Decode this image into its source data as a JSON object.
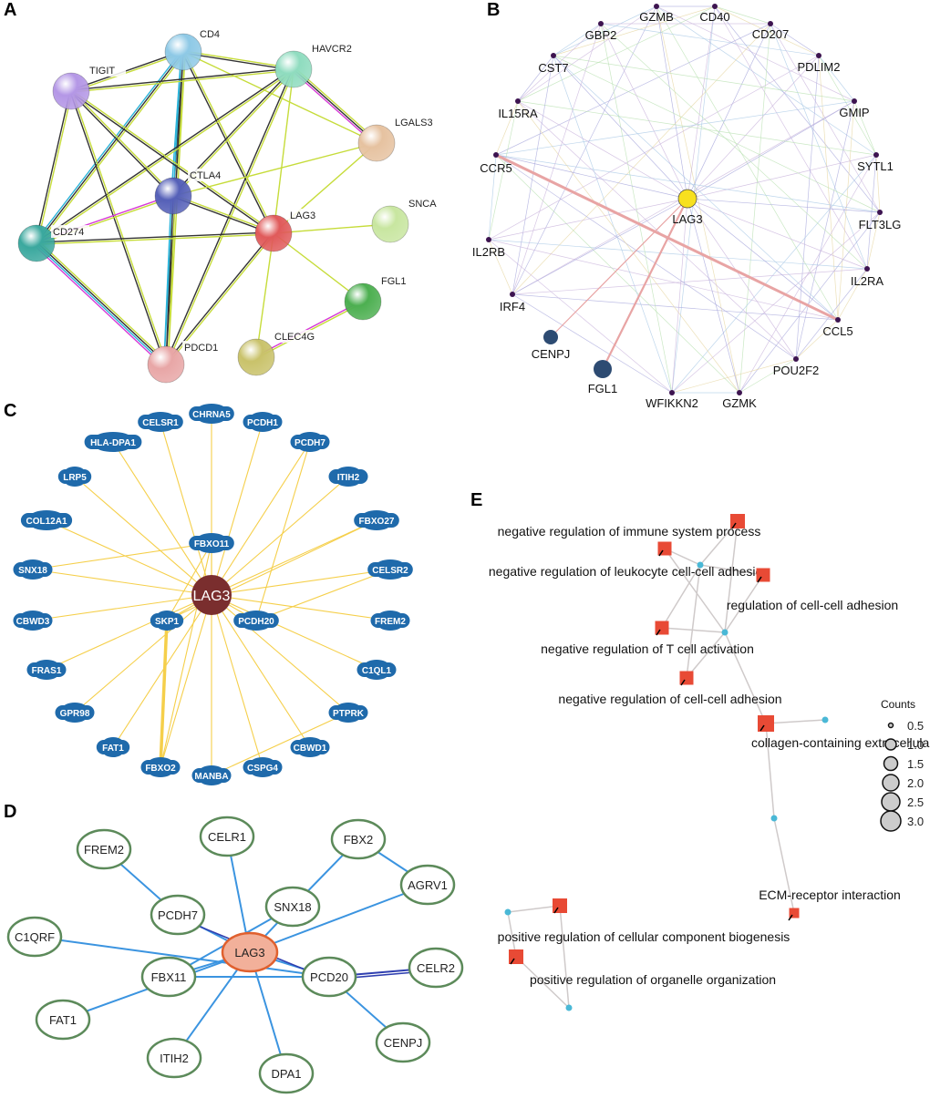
{
  "panels": {
    "A": {
      "letter": "A",
      "nodes": [
        {
          "id": "CD4",
          "label": "CD4",
          "color": "#8ec9e6"
        },
        {
          "id": "HAVCR2",
          "label": "HAVCR2",
          "color": "#8fdcbf"
        },
        {
          "id": "TIGIT",
          "label": "TIGIT",
          "color": "#b497e6"
        },
        {
          "id": "LGALS3",
          "label": "LGALS3",
          "color": "#e6c2a0"
        },
        {
          "id": "CTLA4",
          "label": "CTLA4",
          "color": "#5560b8"
        },
        {
          "id": "LAG3",
          "label": "LAG3",
          "color": "#e05a5a"
        },
        {
          "id": "SNCA",
          "label": "SNCA",
          "color": "#c8e6a0"
        },
        {
          "id": "CD274",
          "label": "CD274",
          "color": "#3aa89e"
        },
        {
          "id": "FGL1",
          "label": "FGL1",
          "color": "#4caf50"
        },
        {
          "id": "CLEC4G",
          "label": "CLEC4G",
          "color": "#c9c26a"
        },
        {
          "id": "PDCD1",
          "label": "PDCD1",
          "color": "#e8a6a6"
        }
      ],
      "edges": [
        [
          "CD4",
          "HAVCR2",
          "gk"
        ],
        [
          "CD4",
          "TIGIT",
          "gk"
        ],
        [
          "CD4",
          "CTLA4",
          "gkc"
        ],
        [
          "CD4",
          "CD274",
          "gkc"
        ],
        [
          "CD4",
          "LAG3",
          "gk"
        ],
        [
          "CD4",
          "PDCD1",
          "gkc"
        ],
        [
          "CD4",
          "LGALS3",
          "g"
        ],
        [
          "HAVCR2",
          "TIGIT",
          "gk"
        ],
        [
          "HAVCR2",
          "LGALS3",
          "gkm"
        ],
        [
          "HAVCR2",
          "CTLA4",
          "gk"
        ],
        [
          "HAVCR2",
          "CD274",
          "gk"
        ],
        [
          "HAVCR2",
          "LAG3",
          "g"
        ],
        [
          "HAVCR2",
          "PDCD1",
          "gk"
        ],
        [
          "TIGIT",
          "CTLA4",
          "gk"
        ],
        [
          "TIGIT",
          "CD274",
          "gk"
        ],
        [
          "TIGIT",
          "LAG3",
          "gk"
        ],
        [
          "TIGIT",
          "PDCD1",
          "gk"
        ],
        [
          "LGALS3",
          "LAG3",
          "g"
        ],
        [
          "LGALS3",
          "CTLA4",
          "g"
        ],
        [
          "CTLA4",
          "CD274",
          "gm"
        ],
        [
          "CTLA4",
          "LAG3",
          "gk"
        ],
        [
          "CTLA4",
          "PDCD1",
          "gkc"
        ],
        [
          "LAG3",
          "SNCA",
          "g"
        ],
        [
          "LAG3",
          "FGL1",
          "g"
        ],
        [
          "LAG3",
          "CLEC4G",
          "g"
        ],
        [
          "LAG3",
          "CD274",
          "gk"
        ],
        [
          "LAG3",
          "PDCD1",
          "gk"
        ],
        [
          "CD274",
          "PDCD1",
          "gkcm"
        ],
        [
          "FGL1",
          "CLEC4G",
          "gm"
        ]
      ]
    },
    "B": {
      "letter": "B",
      "center": {
        "label": "LAG3",
        "color": "#f7e01e"
      },
      "query_nodes": [
        {
          "label": "CENPJ",
          "color": "#2d4b72"
        },
        {
          "label": "FGL1",
          "color": "#2d4b72"
        }
      ],
      "ring_nodes": [
        "GZMB",
        "CD40",
        "CD207",
        "PDLIM2",
        "GMIP",
        "SYTL1",
        "FLT3LG",
        "IL2RA",
        "CCL5",
        "POU2F2",
        "GZMK",
        "WFIKKN2",
        "IRF4",
        "IL2RB",
        "CCR5",
        "IL15RA",
        "CST7",
        "GBP2"
      ],
      "ring_color": "#3d1450",
      "edge_colors": [
        "#a8a8dc",
        "#c9b4dc",
        "#a8c8e6",
        "#b8e0b0",
        "#e6d6a0"
      ],
      "highlight_edges": [
        [
          "CCR5",
          "CCL5"
        ],
        [
          "LAG3",
          "FGL1"
        ],
        [
          "LAG3",
          "CENPJ"
        ]
      ],
      "highlight_color": "#e8a4a4"
    },
    "C": {
      "letter": "C",
      "center": {
        "label": "LAG3",
        "color": "#7a2e2e"
      },
      "node_color": "#1f6aab",
      "edge_color": "#f5cf4a",
      "nodes": [
        "CHRNA5",
        "PCDH1",
        "PCDH7",
        "ITIH2",
        "FBXO27",
        "CELSR2",
        "FREM2",
        "C1QL1",
        "PTPRK",
        "CBWD1",
        "CSPG4",
        "MANBA",
        "FBXO2",
        "FAT1",
        "GPR98",
        "FRAS1",
        "CBWD3",
        "SNX18",
        "COL12A1",
        "LRP5",
        "HLA-DPA1",
        "CELSR1"
      ],
      "inner_nodes": [
        "FBXO11",
        "SKP1",
        "PCDH20"
      ],
      "extra_edges": [
        [
          "FBXO11",
          "SNX18"
        ],
        [
          "FBXO11",
          "FBXO2"
        ],
        [
          "SKP1",
          "FBXO2"
        ],
        [
          "SKP1",
          "FBXO27"
        ],
        [
          "PCDH20",
          "PCDH7"
        ],
        [
          "PCDH20",
          "CELSR2"
        ],
        [
          "PTPRK",
          "MANBA"
        ],
        [
          "SKP1",
          "FBXO11"
        ]
      ],
      "thick_edges": [
        [
          "SKP1",
          "FBXO2"
        ],
        [
          "FBXO11",
          "SKP1"
        ]
      ]
    },
    "D": {
      "letter": "D",
      "center": {
        "label": "LAG3",
        "fill": "#f2b09a",
        "stroke": "#e0602e"
      },
      "node_fill": "#ffffff",
      "node_stroke": "#5c8a5a",
      "edge_color": "#3b94e0",
      "dark_edge_color": "#2f3fb0",
      "nodes": [
        "FREM2",
        "CELR1",
        "FBX2",
        "AGRV1",
        "C1QRF",
        "PCDH7",
        "SNX18",
        "FBX11",
        "PCD20",
        "CELR2",
        "FAT1",
        "ITIH2",
        "DPA1",
        "CENPJ"
      ],
      "edges": [
        [
          "FREM2",
          "PCDH7"
        ],
        [
          "PCDH7",
          "LAG3"
        ],
        [
          "CELR1",
          "LAG3"
        ],
        [
          "FBX2",
          "SNX18"
        ],
        [
          "FBX2",
          "AGRV1"
        ],
        [
          "SNX18",
          "LAG3"
        ],
        [
          "AGRV1",
          "LAG3"
        ],
        [
          "C1QRF",
          "PCD20"
        ],
        [
          "FBX11",
          "LAG3"
        ],
        [
          "FBX11",
          "SNX18"
        ],
        [
          "LAG3",
          "PCD20"
        ],
        [
          "PCD20",
          "CELR2"
        ],
        [
          "PCD20",
          "CENPJ"
        ],
        [
          "FAT1",
          "LAG3"
        ],
        [
          "ITIH2",
          "LAG3"
        ],
        [
          "DPA1",
          "LAG3"
        ],
        [
          "FBX11",
          "PCD20"
        ]
      ],
      "dark_edges": [
        [
          "PCDH7",
          "PCD20"
        ],
        [
          "PCD20",
          "CELR2"
        ]
      ]
    },
    "E": {
      "letter": "E",
      "term_color": "#e84a35",
      "gene_color": "#4ab8d6",
      "edge_color": "#cfcaca",
      "terms": [
        {
          "label": "negative regulation of immune system process"
        },
        {
          "label": "negative regulation of leukocyte cell-cell adhesion"
        },
        {
          "label": "regulation of cell-cell adhesion"
        },
        {
          "label": "negative regulation of T cell activation"
        },
        {
          "label": "negative regulation of cell-cell adhesion"
        },
        {
          "label": "collagen-containing extracellular matrix"
        },
        {
          "label": "ECM-receptor interaction"
        },
        {
          "label": "positive regulation of cellular component biogenesis"
        },
        {
          "label": "positive regulation of organelle organization"
        }
      ],
      "legend": {
        "title": "Counts",
        "items": [
          "0.5",
          "1.0",
          "1.5",
          "2.0",
          "2.5",
          "3.0"
        ]
      }
    }
  }
}
